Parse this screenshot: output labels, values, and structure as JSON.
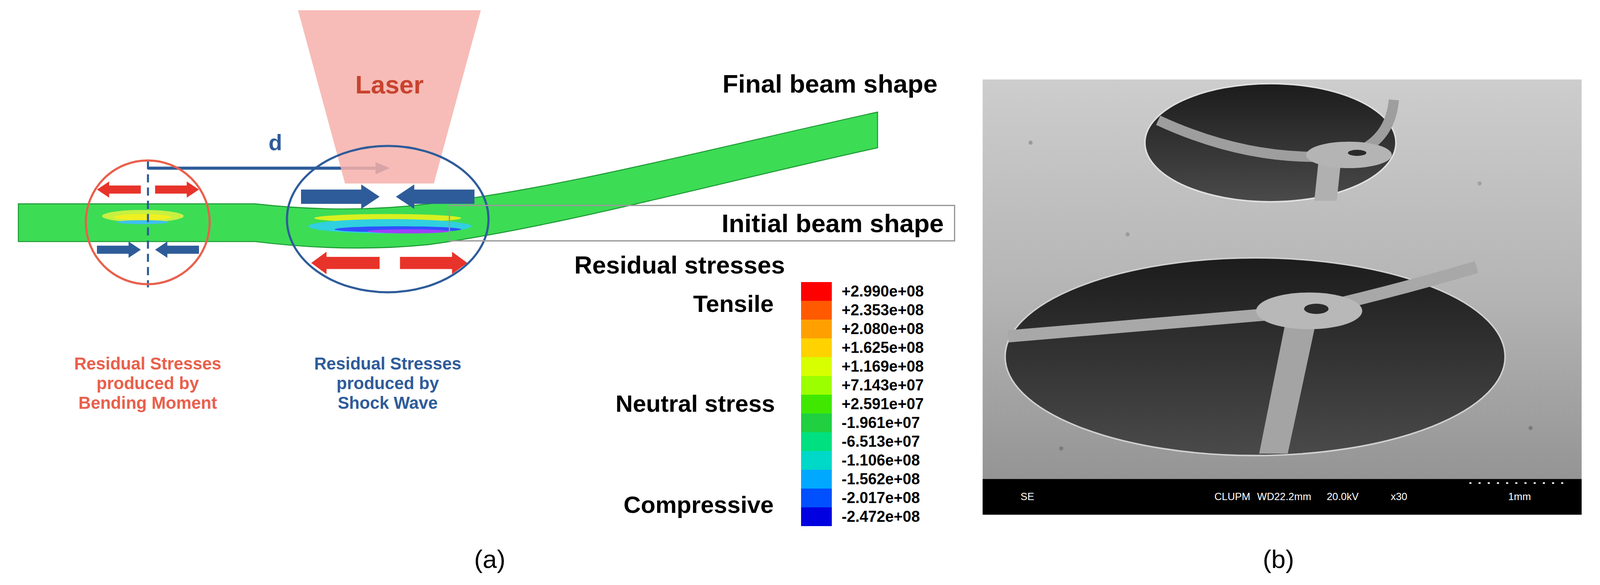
{
  "diagram": {
    "nodes": [
      {
        "text": [
          "Laser"
        ]
      },
      {
        "text": [
          "Residual Stresses produced by Bending Moment"
        ]
      },
      {
        "text": [
          "Residual Stresses produced by Shock Wave"
        ]
      },
      {
        "text": [
          "Initial beam shape"
        ]
      }
    ],
    "labels": [
      "Final beam shape",
      "d",
      "Residual stresses",
      "Tensile",
      "Neutral stress",
      "Compressive",
      "SE",
      "CLUPM",
      "WD22.2mm",
      "20.0kV",
      "x30",
      "1mm",
      "(a)",
      "(b)"
    ],
    "legend": [
      {
        "text": "+2.990e+08",
        "color": "#ff0000"
      },
      {
        "text": "+2.353e+08",
        "color": "#ff5a00"
      },
      {
        "text": "+2.080e+08",
        "color": "#ffa000"
      },
      {
        "text": "+1.625e+08",
        "color": "#ffd200"
      },
      {
        "text": "+1.169e+08",
        "color": "#d8ff00"
      },
      {
        "text": "+7.143e+07",
        "color": "#9cff00"
      },
      {
        "text": "+2.591e+07",
        "color": "#40e800"
      },
      {
        "text": "-1.961e+07",
        "color": "#20d040"
      },
      {
        "text": "-6.513e+07",
        "color": "#00e080"
      },
      {
        "text": "-1.106e+08",
        "color": "#00d8c8"
      },
      {
        "text": "-1.562e+08",
        "color": "#00a8ff"
      },
      {
        "text": "-2.017e+08",
        "color": "#0050ff"
      },
      {
        "text": "-2.472e+08",
        "color": "#0000e0"
      }
    ]
  }
}
